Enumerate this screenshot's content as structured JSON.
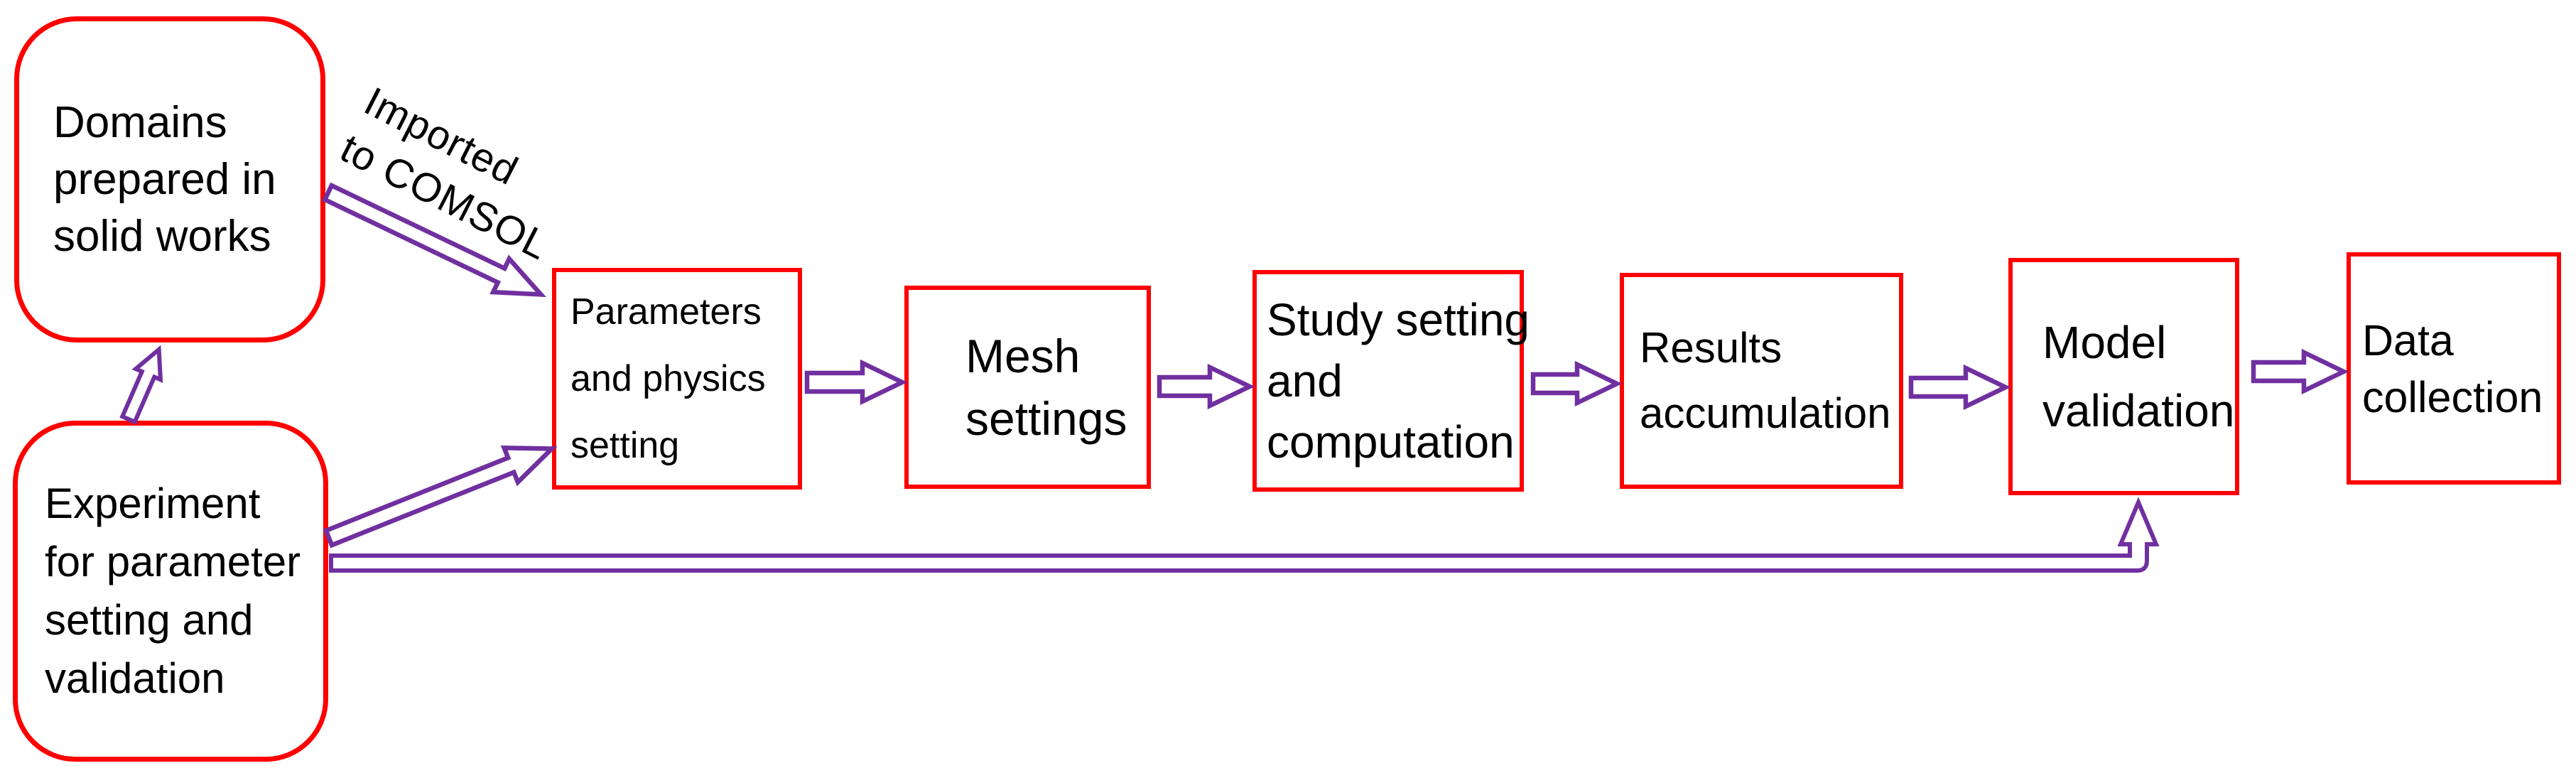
{
  "colors": {
    "box_border": "#ff0000",
    "arrow": "#7030A0",
    "text": "#000000",
    "background": "#ffffff"
  },
  "annotation": {
    "lines": [
      "Imported",
      "to COMSOL"
    ]
  },
  "nodes": [
    {
      "id": "domains",
      "lines": [
        "Domains",
        "prepared in",
        "solid works"
      ]
    },
    {
      "id": "experiment",
      "lines": [
        "Experiment",
        "for parameter",
        "setting and",
        "validation"
      ]
    },
    {
      "id": "parameters",
      "lines": [
        "Parameters",
        "and physics",
        "setting"
      ]
    },
    {
      "id": "mesh",
      "lines": [
        "Mesh",
        "settings"
      ]
    },
    {
      "id": "study",
      "lines": [
        "Study setting",
        "and",
        "computation"
      ]
    },
    {
      "id": "results",
      "lines": [
        "Results",
        "accumulation"
      ]
    },
    {
      "id": "model",
      "lines": [
        "Model",
        "validation"
      ]
    },
    {
      "id": "data",
      "lines": [
        "Data",
        "collection"
      ]
    }
  ],
  "arrows": [
    {
      "id": "domains-to-parameters",
      "label": "Imported to COMSOL"
    },
    {
      "id": "experiment-to-domains",
      "label": ""
    },
    {
      "id": "experiment-to-parameters",
      "label": ""
    },
    {
      "id": "parameters-to-mesh",
      "label": ""
    },
    {
      "id": "mesh-to-study",
      "label": ""
    },
    {
      "id": "study-to-results",
      "label": ""
    },
    {
      "id": "results-to-model",
      "label": ""
    },
    {
      "id": "model-to-data",
      "label": ""
    },
    {
      "id": "experiment-to-model-feedback",
      "label": ""
    }
  ]
}
